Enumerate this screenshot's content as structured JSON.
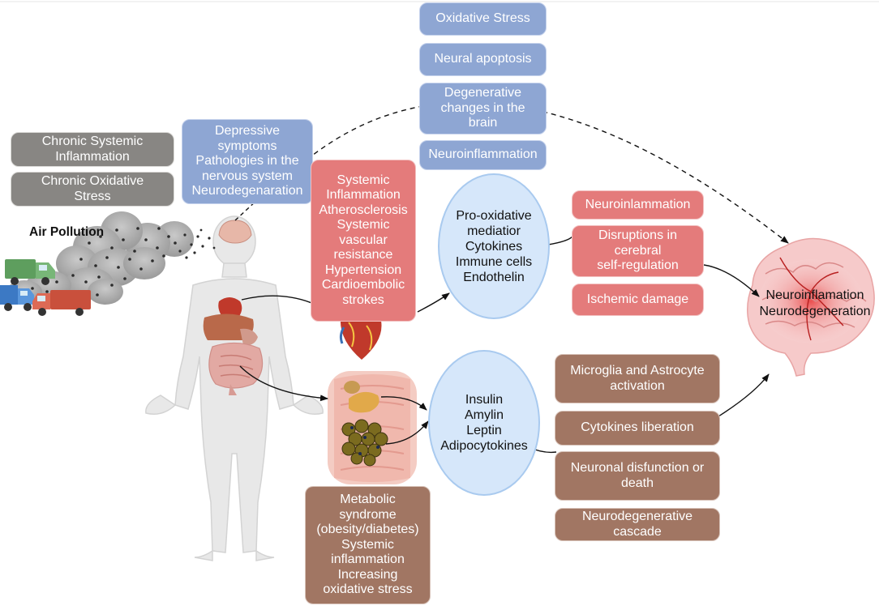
{
  "diagram": {
    "air_pollution_label": "Air Pollution",
    "gray_boxes": [
      "Chronic Systemic\nInflammation",
      "Chronic Oxidative\nStress"
    ],
    "blue_left": "Depressive\nsymptoms\nPathologies in the\nnervous system\nNeurodegenaration",
    "blue_top": [
      "Oxidative Stress",
      "Neural apoptosis",
      "Degenerative\nchanges in the\nbrain",
      "Neuroinflammation"
    ],
    "red_systemic": "Systemic\nInflammation\nAtherosclerosis\nSystemic\nvascular\nresistance\nHypertension\nCardioembolic\nstrokes",
    "ellipse_top": "Pro-oxidative\nmediatior\nCytokines\nImmune cells\nEndothelin",
    "red_right": [
      "Neuroinlammation",
      "Disruptions in\ncerebral\nself-regulation",
      "Ischemic damage"
    ],
    "ellipse_bottom": "Insulin\nAmylin\nLeptin\nAdipocytokines",
    "brown_right": [
      "Microglia  and Astrocyte\nactivation",
      "Cytokines liberation",
      "Neuronal disfunction or\ndeath",
      "Neurodegenerative\ncascade"
    ],
    "brown_metabolic": "Metabolic\nsyndrome\n(obesity/diabetes)\nSystemic\ninflammation\nIncreasing\noxidative stress",
    "brain_label": "Neuroinflamation\nNeurodegeneration",
    "colors": {
      "gray": "#888683",
      "blue": "#8ea6d3",
      "red": "#e47b7b",
      "brown": "#a17663",
      "ellipse": "#d6e7fa"
    },
    "icons": [
      "human-body-icon",
      "heart-icon",
      "intestine-icon",
      "brain-icon",
      "truck-icon",
      "smoke-cloud-icon"
    ]
  }
}
